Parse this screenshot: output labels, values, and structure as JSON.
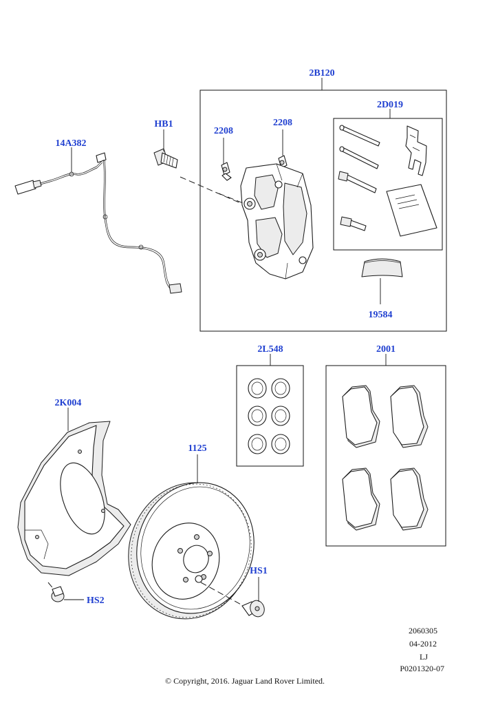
{
  "callouts": {
    "wear_sensor": "14A382",
    "bolt_hb1": "HB1",
    "bleed_screw_left": "2208",
    "bleed_screw_right": "2208",
    "caliper_assembly": "2B120",
    "hardware_kit": "2D019",
    "grease_sachet": "19584",
    "seal_kit": "2L548",
    "pad_set": "2001",
    "splash_shield": "2K004",
    "brake_disc": "1125",
    "screw_hs1": "HS1",
    "screw_hs2": "HS2"
  },
  "footer": {
    "code": "2060305",
    "date": "04-2012",
    "initials": "LJ",
    "reference": "P0201320-07",
    "copyright": "© Copyright, 2016. Jaguar Land Rover Limited."
  }
}
